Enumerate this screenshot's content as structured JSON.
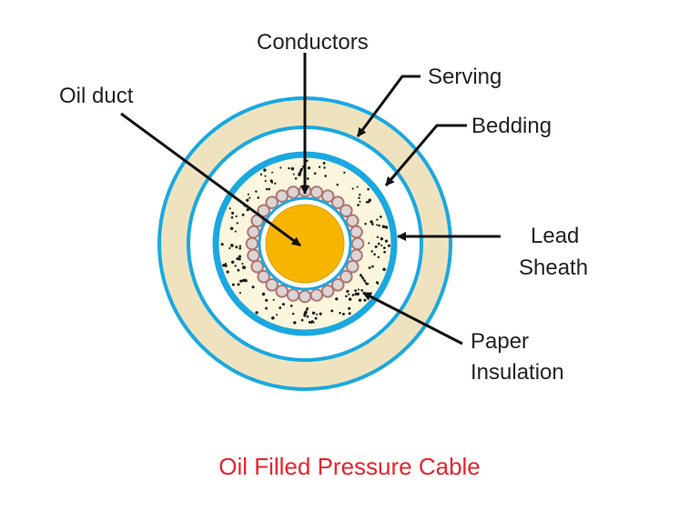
{
  "labels": {
    "conductors": "Conductors",
    "serving": "Serving",
    "bedding": "Bedding",
    "oil_duct": "Oil duct",
    "lead": "Lead",
    "sheath": "Sheath",
    "paper": "Paper",
    "insulation": "Insulation"
  },
  "caption": "Oil Filled Pressure Cable",
  "colors": {
    "serving": "#efe3bf",
    "blue": "#1aa8e0",
    "paper": "#fbf6dd",
    "oil": "#f7b500",
    "conductor_fill": "#dcd5d5",
    "conductor_stroke": "#b07575",
    "caption": "#e8242b",
    "arrow": "#111111"
  }
}
